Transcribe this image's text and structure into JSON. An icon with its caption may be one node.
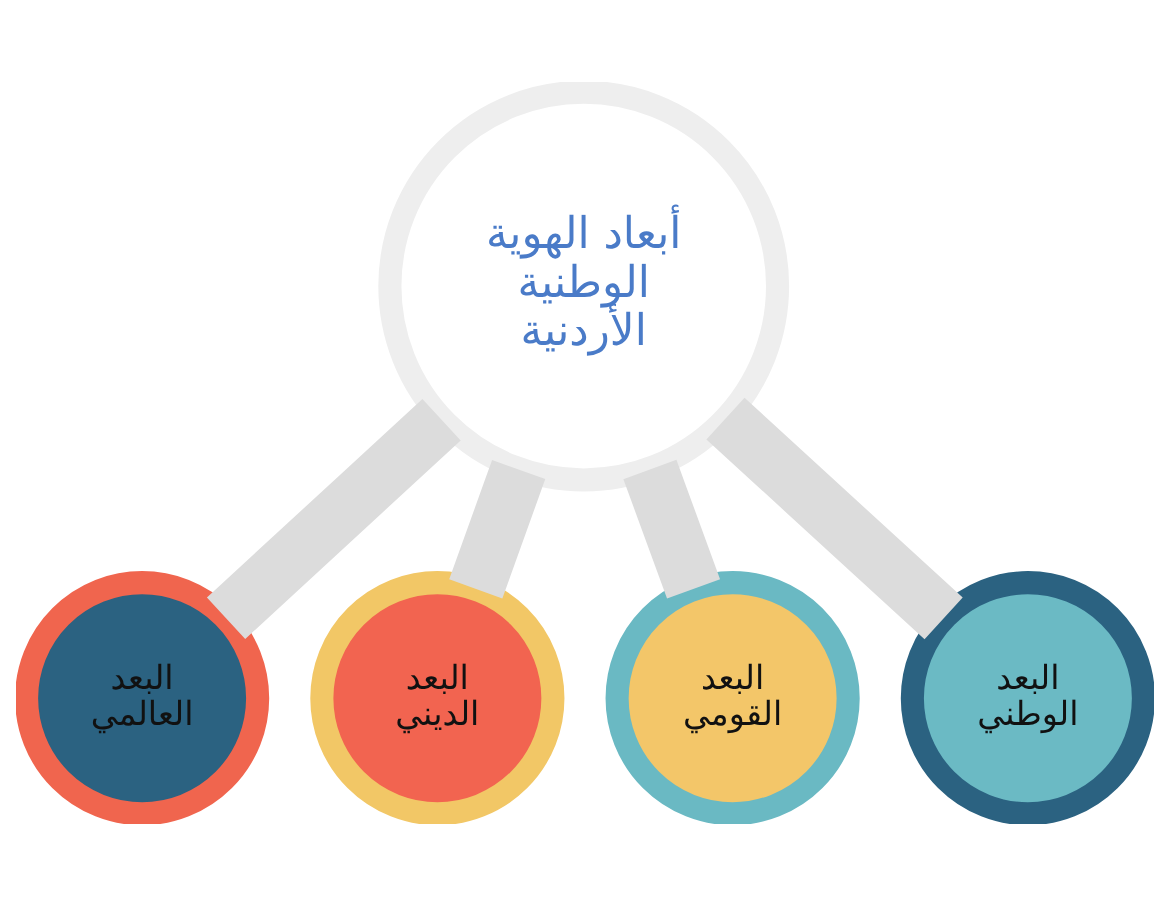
{
  "diagram": {
    "nodes": [
      {
        "text": [
          "أبعاد الهوية الوطنية الأردنية"
        ]
      },
      {
        "text": [
          "البعد العالمي"
        ]
      },
      {
        "text": [
          "البعد الديني"
        ]
      },
      {
        "text": [
          "البعد القومي"
        ]
      },
      {
        "text": [
          "البعد الوطني"
        ]
      }
    ],
    "edges": [
      {
        "from": 0,
        "to": 1,
        "arrow": "none"
      },
      {
        "from": 0,
        "to": 2,
        "arrow": "none"
      },
      {
        "from": 0,
        "to": 3,
        "arrow": "none"
      },
      {
        "from": 0,
        "to": 4,
        "arrow": "none"
      }
    ]
  }
}
